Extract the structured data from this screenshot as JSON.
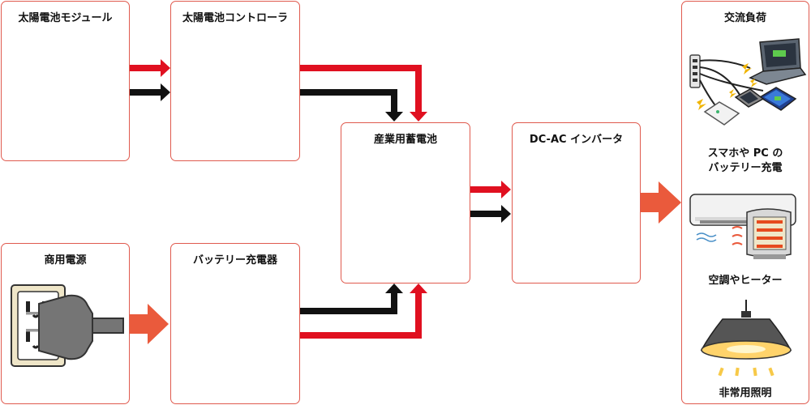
{
  "boxes": {
    "solar_module": "太陽電池モジュール",
    "solar_controller": "太陽電池コントローラ",
    "storage_battery": "産業用蓄電池",
    "inverter": "DC-AC インバータ",
    "grid_power": "商用電源",
    "battery_charger": "バッテリー充電器",
    "ac_load": "交流負荷"
  },
  "loads": {
    "charging_line1": "スマホや PC の",
    "charging_line2": "バッテリー充電",
    "aircon_heater": "空調やヒーター",
    "emergency_light": "非常用照明"
  },
  "colors": {
    "border": "#e05a4e",
    "dc_positive": "#e01020",
    "dc_negative": "#111111",
    "ac_arrow": "#ea5a3c"
  },
  "icons": [
    "outlet-plug-icon",
    "laptop-icon",
    "smartphone-icon",
    "usb-hub-icon",
    "air-conditioner-icon",
    "heater-icon",
    "pendant-lamp-icon"
  ]
}
